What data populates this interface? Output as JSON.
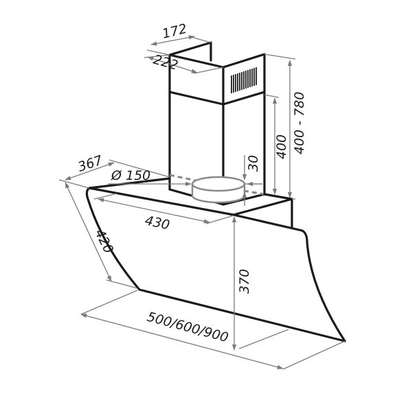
{
  "diagram": {
    "type": "technical-dimension-drawing",
    "subject": "inclined wall-mounted kitchen cooker hood",
    "units": "mm",
    "colors": {
      "outline": "#1a1a1a",
      "dimension_lines": "#7a7a7a",
      "duct": "#888888",
      "background": "#ffffff"
    },
    "dimensions": {
      "chimney_depth": "172",
      "chimney_width": "222",
      "chimney_height_range": "400 - 780",
      "lower_chimney_height": "400",
      "duct_offset": "30",
      "duct_diameter": "Ø 150",
      "top_depth": "367",
      "top_width": "430",
      "glass_panel_length": "420",
      "front_height": "370",
      "hood_width": "500/600/900"
    }
  }
}
